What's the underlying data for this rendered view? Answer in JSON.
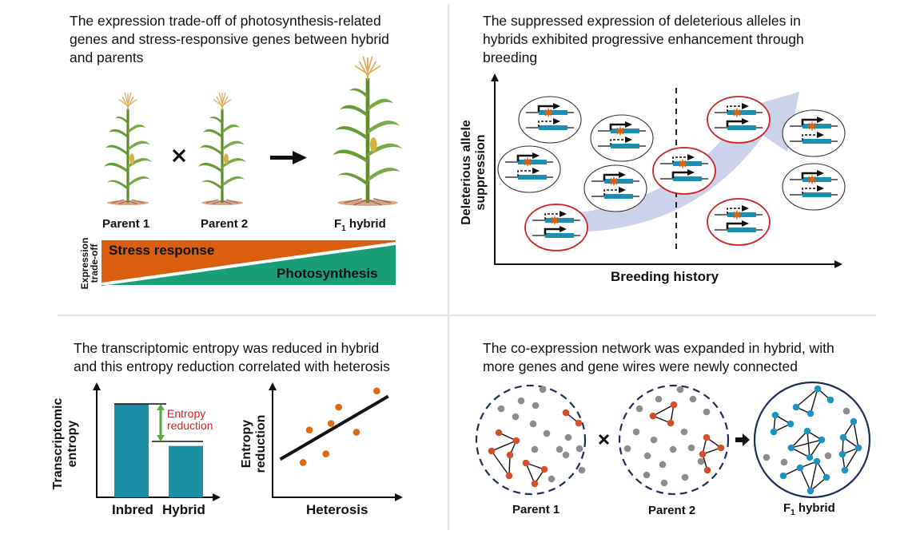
{
  "panels": {
    "tradeoff": {
      "title_lines": [
        "The expression trade-off of photosynthesis-related",
        "genes and stress-responsive genes between hybrid",
        "and parents"
      ],
      "plants": [
        {
          "label": "Parent 1"
        },
        {
          "label": "Parent 2"
        },
        {
          "label_main": "F",
          "label_sub": "1",
          "label_rest": " hybrid"
        }
      ],
      "cross_symbol": "×",
      "axis_label_lines": [
        "Expression",
        "trade-off"
      ],
      "bands": {
        "stress": {
          "label": "Stress response",
          "color": "#d95f0e"
        },
        "photo": {
          "label": "Photosynthesis",
          "color": "#1a9e77"
        }
      }
    },
    "deleterious": {
      "title_lines": [
        "The suppressed expression of deleterious alleles in",
        "hybrids exhibited progressive enhancement through",
        "breeding"
      ],
      "ylabel_lines": [
        "Deleterious allele",
        "suppression"
      ],
      "xlabel": "Breeding history",
      "gene_color": "#1a8fb0",
      "mutation_color": "#e06010",
      "suppressed_ring_color": "#cc2222",
      "trend_color": "#c5cde8",
      "alleles": [
        {
          "phase": "early",
          "suppressed": false
        },
        {
          "phase": "early",
          "suppressed": false
        },
        {
          "phase": "early",
          "suppressed": false
        },
        {
          "phase": "early",
          "suppressed": false
        },
        {
          "phase": "early",
          "suppressed": true
        },
        {
          "phase": "late",
          "suppressed": true
        },
        {
          "phase": "late",
          "suppressed": true
        },
        {
          "phase": "late",
          "suppressed": false
        },
        {
          "phase": "late",
          "suppressed": false
        },
        {
          "phase": "late",
          "suppressed": true
        }
      ]
    },
    "entropy": {
      "title_lines": [
        "The transcriptomic entropy was reduced in hybrid",
        "and this entropy reduction correlated with heterosis"
      ],
      "bar_chart": {
        "ylabel_lines": [
          "Transcriptomic",
          "entropy"
        ],
        "categories": [
          "Inbred",
          "Hybrid"
        ],
        "values": [
          1.0,
          0.55
        ],
        "bar_color": "#1a8fa5",
        "annotation_lines": [
          "Entropy",
          "reduction"
        ],
        "annotation_color": "#cc2222",
        "arrow_color": "#5aaa3a"
      },
      "scatter": {
        "ylabel_lines": [
          "Entropy",
          "reduction"
        ],
        "xlabel": "Heterosis",
        "point_color": "#e06a10",
        "points": [
          {
            "x": 0.24,
            "y": 0.32
          },
          {
            "x": 0.29,
            "y": 0.62
          },
          {
            "x": 0.42,
            "y": 0.4
          },
          {
            "x": 0.46,
            "y": 0.68
          },
          {
            "x": 0.52,
            "y": 0.83
          },
          {
            "x": 0.66,
            "y": 0.6
          },
          {
            "x": 0.82,
            "y": 0.98
          }
        ],
        "fit": {
          "x0": 0.06,
          "y0": 0.35,
          "x1": 0.91,
          "y1": 0.93
        }
      }
    },
    "network": {
      "title_lines": [
        "The co-expression network was expanded in hybrid, with",
        "more genes and gene wires were newly connected"
      ],
      "labels": {
        "parent1": "Parent 1",
        "parent2": "Parent 2",
        "hybrid_main": "F",
        "hybrid_sub": "1",
        "hybrid_rest": " hybrid"
      },
      "cross_symbol": "×",
      "colors": {
        "unconnected": "#8c8c8c",
        "parent_connected": "#d4502a",
        "hybrid_connected": "#1a95bf",
        "circle": "#1c2e55"
      }
    }
  }
}
